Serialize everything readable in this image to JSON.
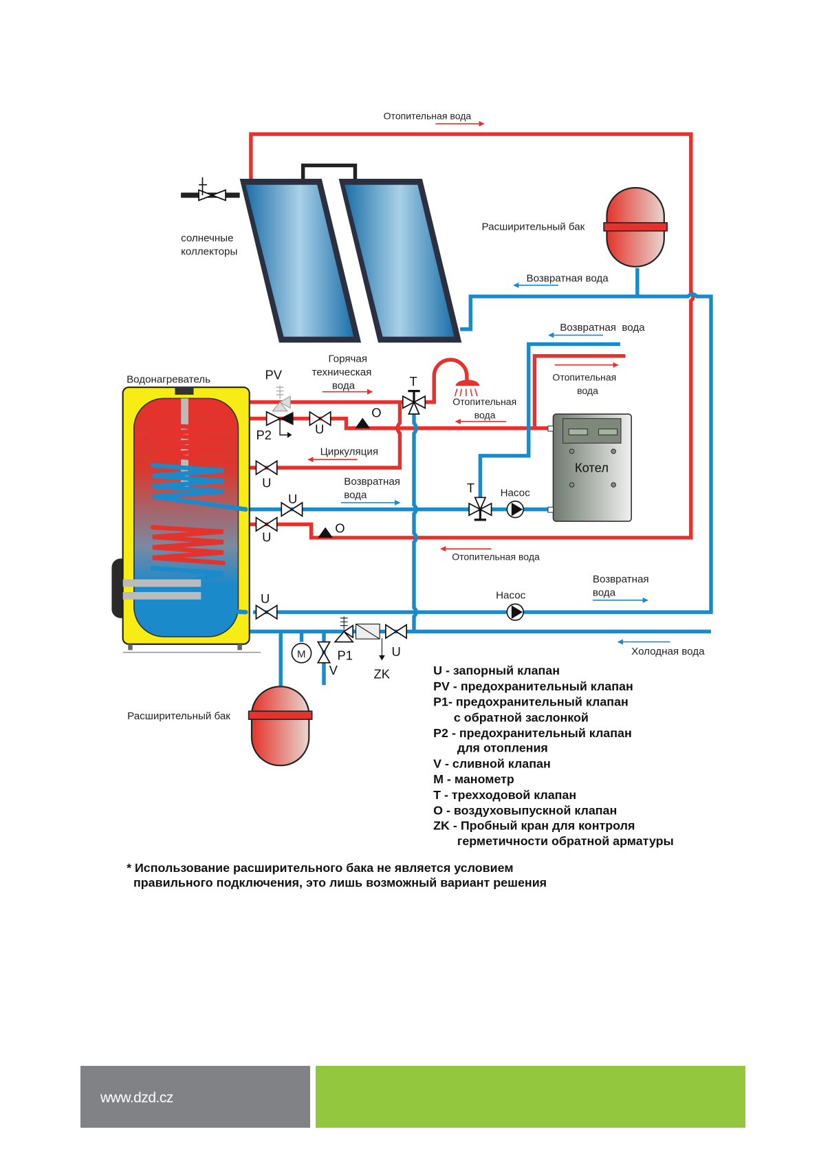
{
  "labels": {
    "top_heating_water": "Отопительная вода",
    "solar_collectors_1": "солнечные",
    "solar_collectors_2": "коллекторы",
    "expansion_tank_top": "Расширительный бак",
    "return_water_1": "Возвратная вода",
    "return_water_2": "Возвратная  вода",
    "heating_water_boiler_1": "Отопительная",
    "heating_water_boiler_2": "вода",
    "water_heater": "Водонагреватель",
    "pv": "PV",
    "hot_water_1": "Горячая",
    "hot_water_2": "техническая",
    "hot_water_3": "вода",
    "t_top": "T",
    "shower_heating_1": "Отопительная",
    "shower_heating_2": "вода",
    "o_top": "O",
    "p2": "P2",
    "u_p2": "U",
    "circulation": "Циркуляция",
    "u_circ": "U",
    "return_mid_1": "Возвратная",
    "return_mid_2": "вода",
    "u_return": "U",
    "u_lower": "U",
    "o_lower": "O",
    "t_boiler": "T",
    "pump_boiler": "Насос",
    "boiler": "Котел",
    "heating_water_bottom": "Отопительная вода",
    "pump_bottom": "Насос",
    "return_bottom_1": "Возвратная",
    "return_bottom_2": "вода",
    "u_bottom": "U",
    "cold_water": "Холодная вода",
    "m": "M",
    "p1": "P1",
    "v": "V",
    "zk": "ZK",
    "u_cold": "U",
    "expansion_tank_bottom": "Расширительный бак"
  },
  "legend": [
    {
      "text": "U - запорный клапан"
    },
    {
      "text": "PV - предохранительный клапан"
    },
    {
      "text": "P1- предохранительный клапан"
    },
    {
      "text": "      с обратной заслонкой"
    },
    {
      "text": "P2 - предохранительный клапан"
    },
    {
      "text": "       для отопления"
    },
    {
      "text": "V - сливной клапан"
    },
    {
      "text": "M - манометр"
    },
    {
      "text": "T - трехходовой клапан"
    },
    {
      "text": "O - воздуховыпускной клапан"
    },
    {
      "text": "ZK - Пробный кран для контроля"
    },
    {
      "text": "       герметичности обратной арматуры"
    }
  ],
  "footnote": {
    "line1": "* Использование расширительного бака не является условием",
    "line2": "  правильного подключения, это лишь возможный вариант решения"
  },
  "footer": {
    "url": "www.dzd.cz"
  },
  "colors": {
    "hot_pipe": "#e5322d",
    "cold_pipe": "#1b8acb",
    "heater_body": "#f7ec13",
    "footer_gray": "#818286",
    "footer_green": "#93c83e"
  }
}
